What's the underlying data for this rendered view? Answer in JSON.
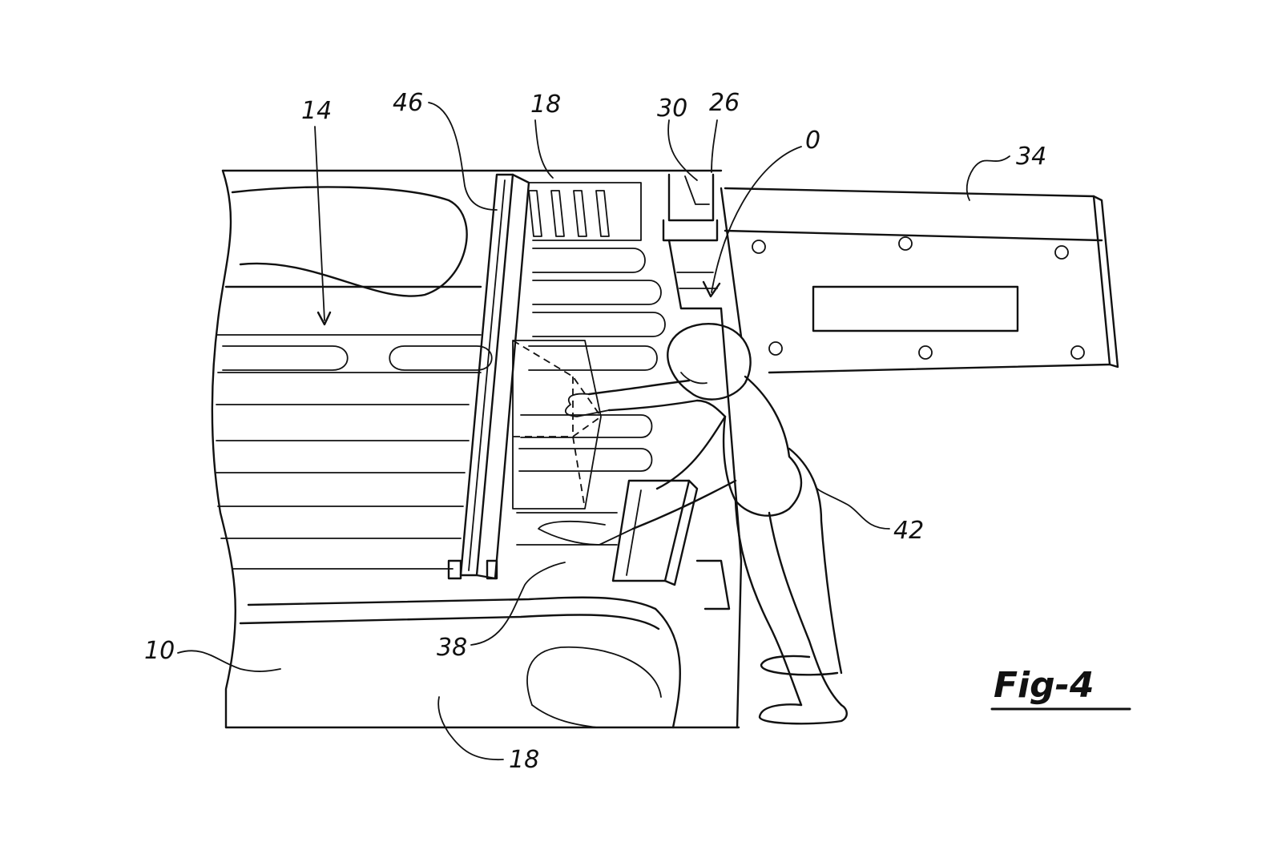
{
  "figure": {
    "label": "Fig-4",
    "refs": {
      "r14": "14",
      "r46": "46",
      "r18_top": "18",
      "r30": "30",
      "r26": "26",
      "r0": "0",
      "r34": "34",
      "r42": "42",
      "r10": "10",
      "r38": "38",
      "r18_bottom": "18"
    }
  }
}
